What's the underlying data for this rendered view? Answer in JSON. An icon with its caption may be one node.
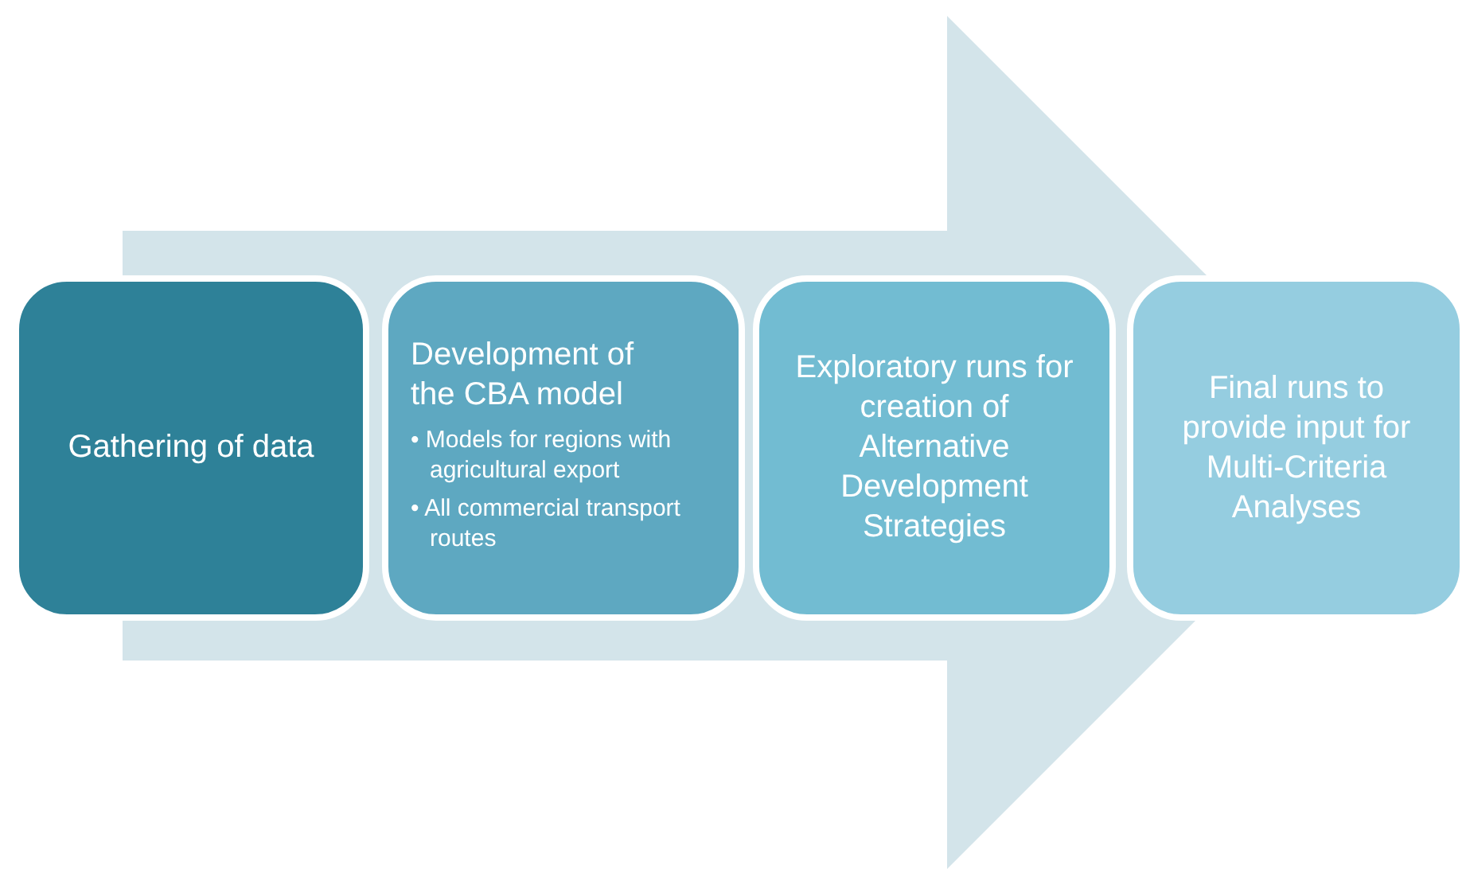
{
  "diagram": {
    "nodes": [
      {
        "text": [
          "Gathering of data"
        ]
      },
      {
        "text": [
          "Development of the CBA model",
          "• Models for regions with agricultural export",
          "• All commercial transport routes"
        ]
      },
      {
        "text": [
          "Exploratory runs for creation of Alternative Development Strategies"
        ]
      },
      {
        "text": [
          "Final runs to provide input for Multi-Criteria Analyses"
        ]
      }
    ],
    "edges": [
      {
        "from": 0,
        "to": 3,
        "arrow": "to"
      }
    ]
  }
}
